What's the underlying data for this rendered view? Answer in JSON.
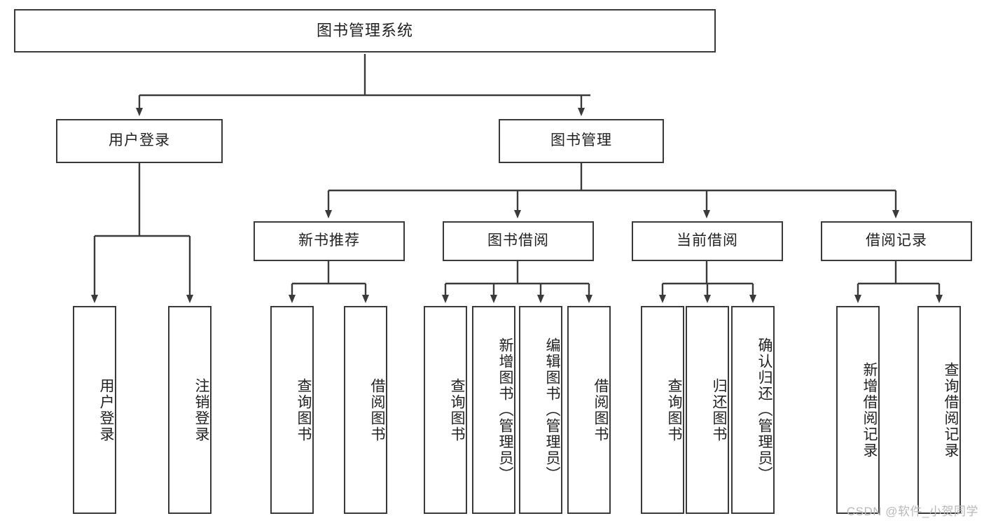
{
  "diagram": {
    "type": "tree-hierarchy",
    "title": "图书管理系统",
    "watermark": "CSDN @软件_小贺同学",
    "colors": {
      "stroke": "#3a3a3a",
      "background": "#ffffff",
      "text": "#222222",
      "watermark": "#b9b9b9"
    },
    "levels": {
      "root": {
        "label": "图书管理系统"
      },
      "level2": [
        {
          "label": "用户登录"
        },
        {
          "label": "图书管理"
        }
      ],
      "level3": [
        {
          "label": "新书推荐"
        },
        {
          "label": "图书借阅"
        },
        {
          "label": "当前借阅"
        },
        {
          "label": "借阅记录"
        }
      ]
    },
    "nodes": {
      "root": "图书管理系统",
      "user_login": "用户登录",
      "book_manage": "图书管理",
      "new_book_rec": "新书推荐",
      "book_borrow": "图书借阅",
      "current_borrow": "当前借阅",
      "borrow_record": "借阅记录",
      "leaf_user_login": "用户登录",
      "leaf_logout": "注销登录",
      "leaf_query_book_1": "查询图书",
      "leaf_borrow_book_1": "借阅图书",
      "leaf_query_book_2": "查询图书",
      "leaf_add_book": "新增图书（管理员）",
      "leaf_edit_book": "编辑图书（管理员）",
      "leaf_borrow_book_2": "借阅图书",
      "leaf_query_book_3": "查询图书",
      "leaf_return_book": "归还图书",
      "leaf_confirm_return": "确认归还（管理员）",
      "leaf_add_record": "新增借阅记录",
      "leaf_query_record": "查询借阅记录"
    }
  }
}
